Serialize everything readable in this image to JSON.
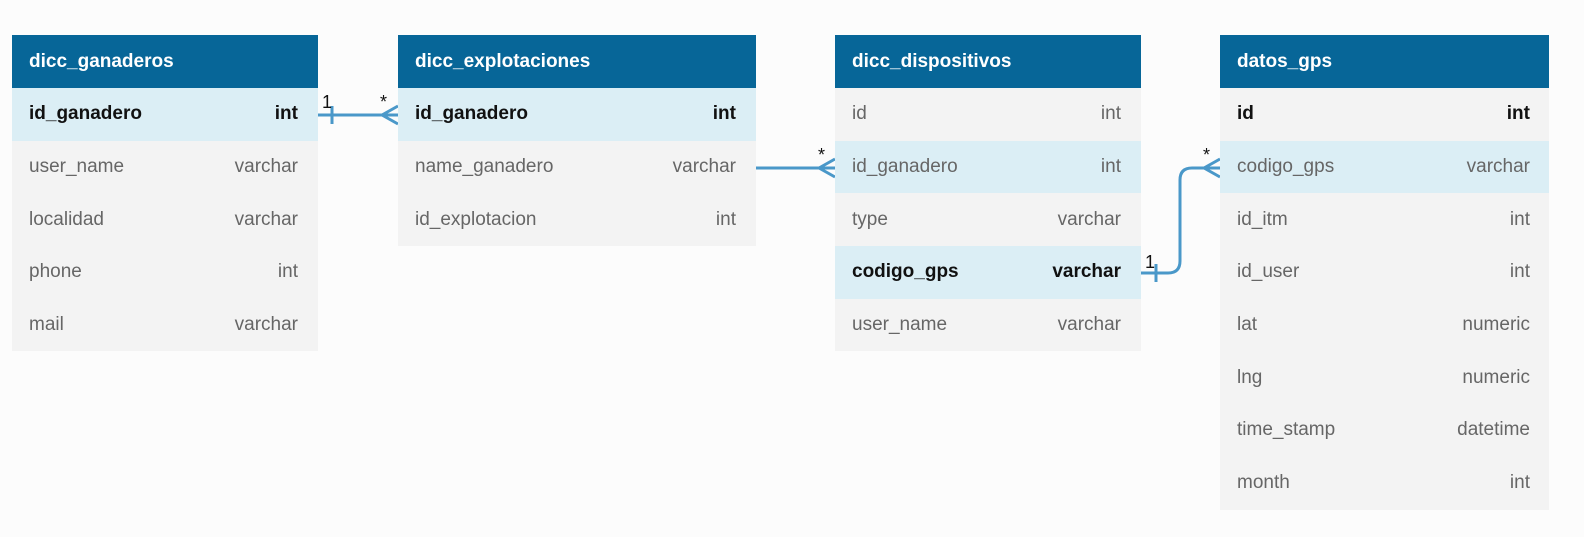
{
  "tables": [
    {
      "title": "dicc_ganaderos",
      "rows": [
        {
          "name": "id_ganadero",
          "type": "int",
          "highlight": true,
          "bold": true
        },
        {
          "name": "user_name",
          "type": "varchar",
          "highlight": false,
          "bold": false
        },
        {
          "name": "localidad",
          "type": "varchar",
          "highlight": false,
          "bold": false
        },
        {
          "name": "phone",
          "type": "int",
          "highlight": false,
          "bold": false
        },
        {
          "name": "mail",
          "type": "varchar",
          "highlight": false,
          "bold": false
        }
      ]
    },
    {
      "title": "dicc_explotaciones",
      "rows": [
        {
          "name": "id_ganadero",
          "type": "int",
          "highlight": true,
          "bold": true
        },
        {
          "name": "name_ganadero",
          "type": "varchar",
          "highlight": false,
          "bold": false
        },
        {
          "name": "id_explotacion",
          "type": "int",
          "highlight": false,
          "bold": false
        }
      ]
    },
    {
      "title": "dicc_dispositivos",
      "rows": [
        {
          "name": "id",
          "type": "int",
          "highlight": false,
          "bold": false
        },
        {
          "name": "id_ganadero",
          "type": "int",
          "highlight": true,
          "bold": false
        },
        {
          "name": "type",
          "type": "varchar",
          "highlight": false,
          "bold": false
        },
        {
          "name": "codigo_gps",
          "type": "varchar",
          "highlight": true,
          "bold": true
        },
        {
          "name": "user_name",
          "type": "varchar",
          "highlight": false,
          "bold": false
        }
      ]
    },
    {
      "title": "datos_gps",
      "rows": [
        {
          "name": "id",
          "type": "int",
          "highlight": false,
          "bold": true
        },
        {
          "name": "codigo_gps",
          "type": "varchar",
          "highlight": true,
          "bold": false
        },
        {
          "name": "id_itm",
          "type": "int",
          "highlight": false,
          "bold": false
        },
        {
          "name": "id_user",
          "type": "int",
          "highlight": false,
          "bold": false
        },
        {
          "name": "lat",
          "type": "numeric",
          "highlight": false,
          "bold": false
        },
        {
          "name": "lng",
          "type": "numeric",
          "highlight": false,
          "bold": false
        },
        {
          "name": "time_stamp",
          "type": "datetime",
          "highlight": false,
          "bold": false
        },
        {
          "name": "month",
          "type": "int",
          "highlight": false,
          "bold": false
        }
      ]
    }
  ],
  "relations": [
    {
      "from_table": "dicc_ganaderos",
      "from_field": "id_ganadero",
      "from_card": "1",
      "to_table": "dicc_explotaciones",
      "to_field": "id_ganadero",
      "to_card": "*"
    },
    {
      "from_table": "dicc_explotaciones",
      "from_field": "name_ganadero",
      "from_card": "",
      "to_table": "dicc_dispositivos",
      "to_field": "id_ganadero",
      "to_card": "*"
    },
    {
      "from_table": "dicc_dispositivos",
      "from_field": "codigo_gps",
      "from_card": "1",
      "to_table": "datos_gps",
      "to_field": "codigo_gps",
      "to_card": "*"
    }
  ],
  "colors": {
    "header": "#076698",
    "link": "#4a98c9",
    "row": "#f3f3f3",
    "row_highlight": "#dbeef5"
  }
}
